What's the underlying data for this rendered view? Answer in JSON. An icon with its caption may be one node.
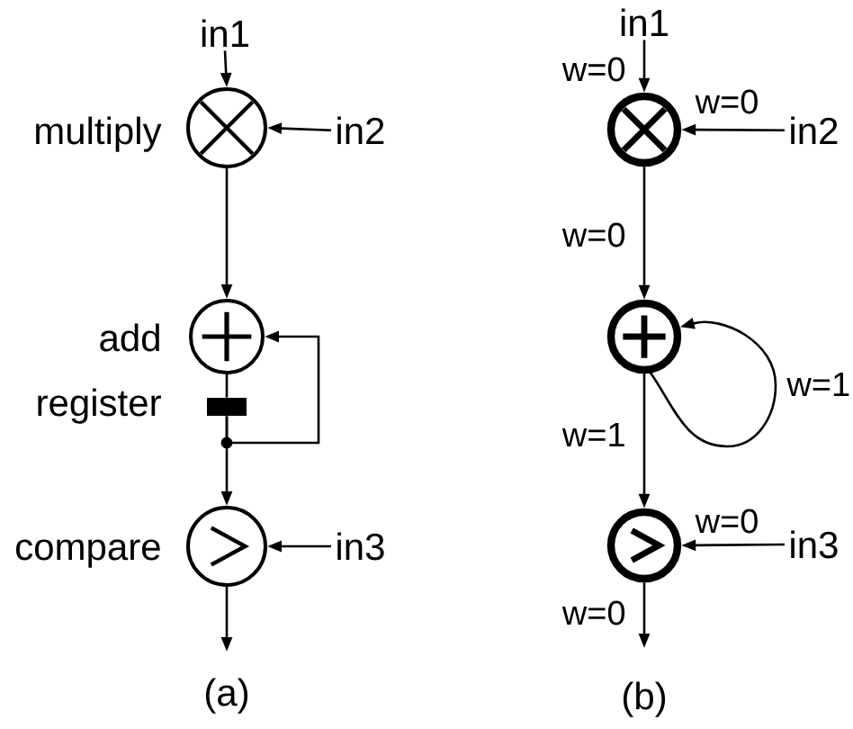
{
  "diagram": {
    "nodes": [
      {
        "text": [
          "in1"
        ]
      },
      {
        "text": [],
        "shape": "circle",
        "beside": [
          "multiply"
        ]
      },
      {
        "text": [
          "in2"
        ]
      },
      {
        "text": [],
        "shape": "circle",
        "beside": [
          "add"
        ]
      },
      {
        "text": [],
        "shape": "bar",
        "beside": [
          "register"
        ]
      },
      {
        "text": [],
        "shape": "circle",
        "beside": [
          "compare"
        ]
      },
      {
        "text": [
          "in3"
        ]
      },
      {
        "text": [
          "in1"
        ]
      },
      {
        "text": [],
        "shape": "circle"
      },
      {
        "text": [
          "in2"
        ]
      },
      {
        "text": [],
        "shape": "circle"
      },
      {
        "text": [],
        "shape": "circle"
      },
      {
        "text": [
          "in3"
        ]
      }
    ],
    "edges": [
      {
        "from": 0,
        "to": 1,
        "arrow": "to"
      },
      {
        "from": 2,
        "to": 1,
        "arrow": "to"
      },
      {
        "from": 1,
        "to": 3,
        "arrow": "to"
      },
      {
        "from": 3,
        "to": 4,
        "arrow": "none"
      },
      {
        "from": 4,
        "to": 5,
        "arrow": "to"
      },
      {
        "from": 4,
        "to": 3,
        "arrow": "to"
      },
      {
        "from": 6,
        "to": 5,
        "arrow": "to"
      },
      {
        "from": 5,
        "to": null,
        "arrow": "to"
      },
      {
        "from": 7,
        "to": 8,
        "arrow": "to",
        "label": "w=0"
      },
      {
        "from": 9,
        "to": 8,
        "arrow": "to",
        "label": "w=0"
      },
      {
        "from": 8,
        "to": 10,
        "arrow": "to",
        "label": "w=0"
      },
      {
        "from": 10,
        "to": 10,
        "arrow": "to",
        "label": "w=1"
      },
      {
        "from": 10,
        "to": 11,
        "arrow": "to",
        "label": "w=1"
      },
      {
        "from": 12,
        "to": 11,
        "arrow": "to",
        "label": "w=0"
      },
      {
        "from": 11,
        "to": null,
        "arrow": "to",
        "label": "w=0"
      }
    ],
    "labels": [
      "(a)",
      "(b)"
    ]
  }
}
